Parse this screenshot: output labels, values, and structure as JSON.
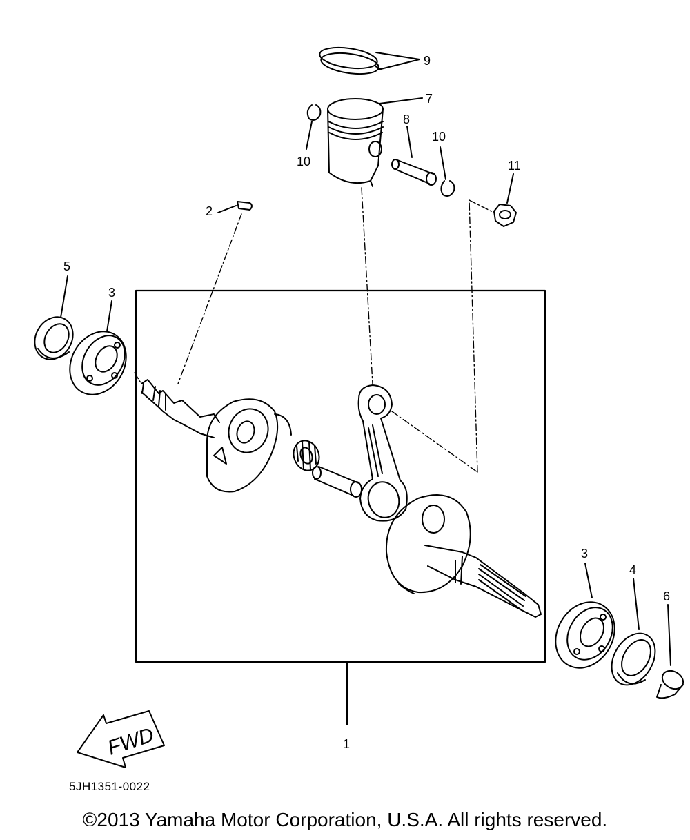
{
  "diagram": {
    "callouts": [
      "1",
      "2",
      "3",
      "3",
      "4",
      "5",
      "6",
      "7",
      "8",
      "9",
      "10",
      "10",
      "11"
    ],
    "direction_label": "FWD",
    "drawing_code": "5JH1351-0022",
    "copyright": "©2013 Yamaha Motor Corporation, U.S.A. All rights reserved."
  },
  "icons": {
    "direction_arrow": "forward-arrow-icon"
  }
}
